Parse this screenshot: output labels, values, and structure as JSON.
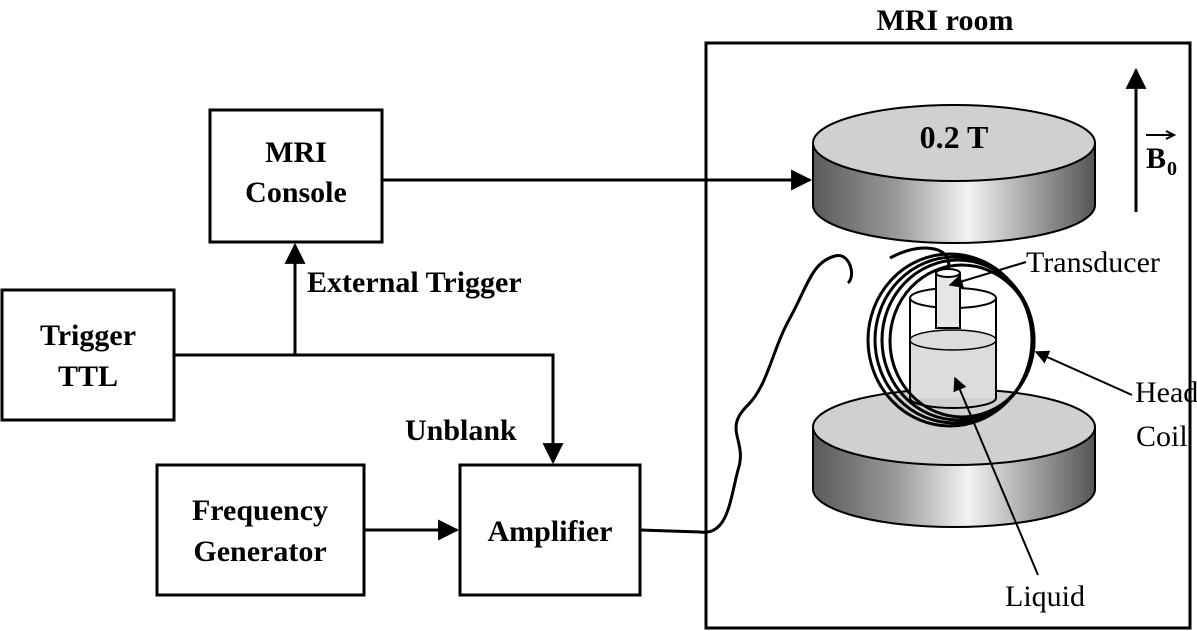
{
  "room_title": "MRI room",
  "blocks": {
    "mri_console": [
      "MRI",
      "Console"
    ],
    "trigger_ttl": [
      "Trigger",
      "TTL"
    ],
    "frequency_generator": [
      "Frequency",
      "Generator"
    ],
    "amplifier": [
      "Amplifier"
    ]
  },
  "signals": {
    "external_trigger": "External Trigger",
    "unblank": "Unblank"
  },
  "magnet": {
    "field_strength": "0.2 T",
    "field_symbol": "B",
    "field_subscript": "0"
  },
  "components": {
    "transducer": "Transducer",
    "head_coil": [
      "Head",
      "Coil"
    ],
    "liquid": "Liquid"
  },
  "colors": {
    "line": "#000000",
    "magnet_gray": "#d0d0d0",
    "liquid_gray": "#dcdcdc"
  }
}
